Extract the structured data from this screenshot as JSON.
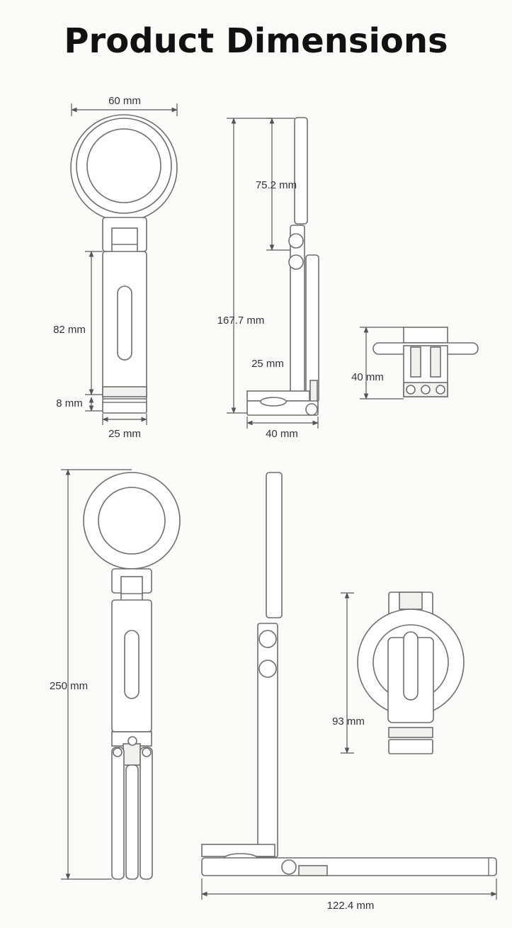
{
  "title": "Product Dimensions",
  "dimensions": {
    "front_width": "60 mm",
    "front_arm_height": "82 mm",
    "front_base_height": "8 mm",
    "front_base_width": "25 mm",
    "side_top_arm": "75.2 mm",
    "side_total_height": "167.7 mm",
    "side_inner": "25 mm",
    "side_base_width": "40 mm",
    "top_view_depth": "40 mm",
    "extended_height": "250 mm",
    "ring_height": "93 mm",
    "extended_length": "122.4 mm"
  },
  "colors": {
    "background": "#fbfbf8",
    "outline": "#6e6e6e",
    "text": "#333333"
  }
}
